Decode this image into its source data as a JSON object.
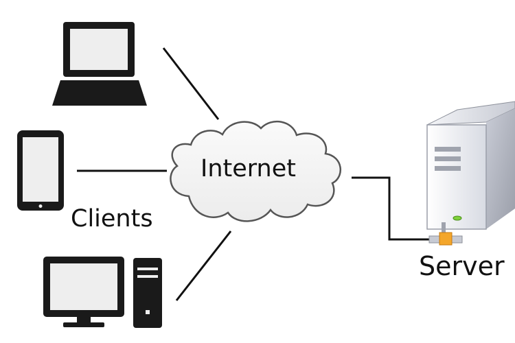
{
  "labels": {
    "internet": "Internet",
    "clients": "Clients",
    "server": "Server"
  },
  "icons": {
    "laptop": "laptop-icon",
    "phone": "smartphone-icon",
    "desktop": "desktop-computer-icon",
    "cloud": "cloud-icon",
    "server": "server-tower-icon",
    "connector": "network-connector-icon"
  },
  "colors": {
    "device": "#1a1a1a",
    "screen": "#eeeeee",
    "cloud_fill": "#f3f3f3",
    "cloud_stroke": "#555555",
    "server_body": "#e4e6ec",
    "server_led": "#7fd13b",
    "connector": "#f4a62a"
  }
}
